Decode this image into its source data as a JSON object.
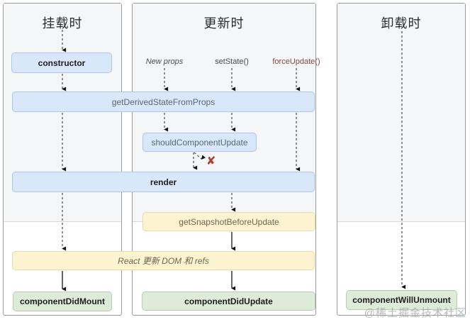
{
  "diagram": {
    "columns": {
      "mounting": {
        "title": "挂载时"
      },
      "updating": {
        "title": "更新时"
      },
      "unmounting": {
        "title": "卸载时"
      }
    },
    "triggers": {
      "new_props": "New props",
      "set_state": "setState()",
      "force_update": "forceUpdate()"
    },
    "boxes": {
      "constructor": "constructor",
      "get_derived_state_from_props": "getDerivedStateFromProps",
      "should_component_update": "shouldComponentUpdate",
      "render": "render",
      "get_snapshot_before_update": "getSnapshotBeforeUpdate",
      "react_updates_dom": "React 更新 DOM 和 refs",
      "component_did_mount": "componentDidMount",
      "component_did_update": "componentDidUpdate",
      "component_will_unmount": "componentWillUnmount"
    },
    "icons": {
      "cancel_x": "✘"
    },
    "watermark": "@稀土掘金技术社区",
    "colors": {
      "lifecycle_blue_fill": "#d9e7fb",
      "lifecycle_blue_border": "#a9c6ee",
      "lifecycle_yellow_fill": "#fdf3d1",
      "lifecycle_yellow_border": "#e9dca6",
      "lifecycle_green_fill": "#deebd8",
      "lifecycle_green_border": "#b7ceac",
      "cancel_red": "#b03a2e"
    }
  }
}
